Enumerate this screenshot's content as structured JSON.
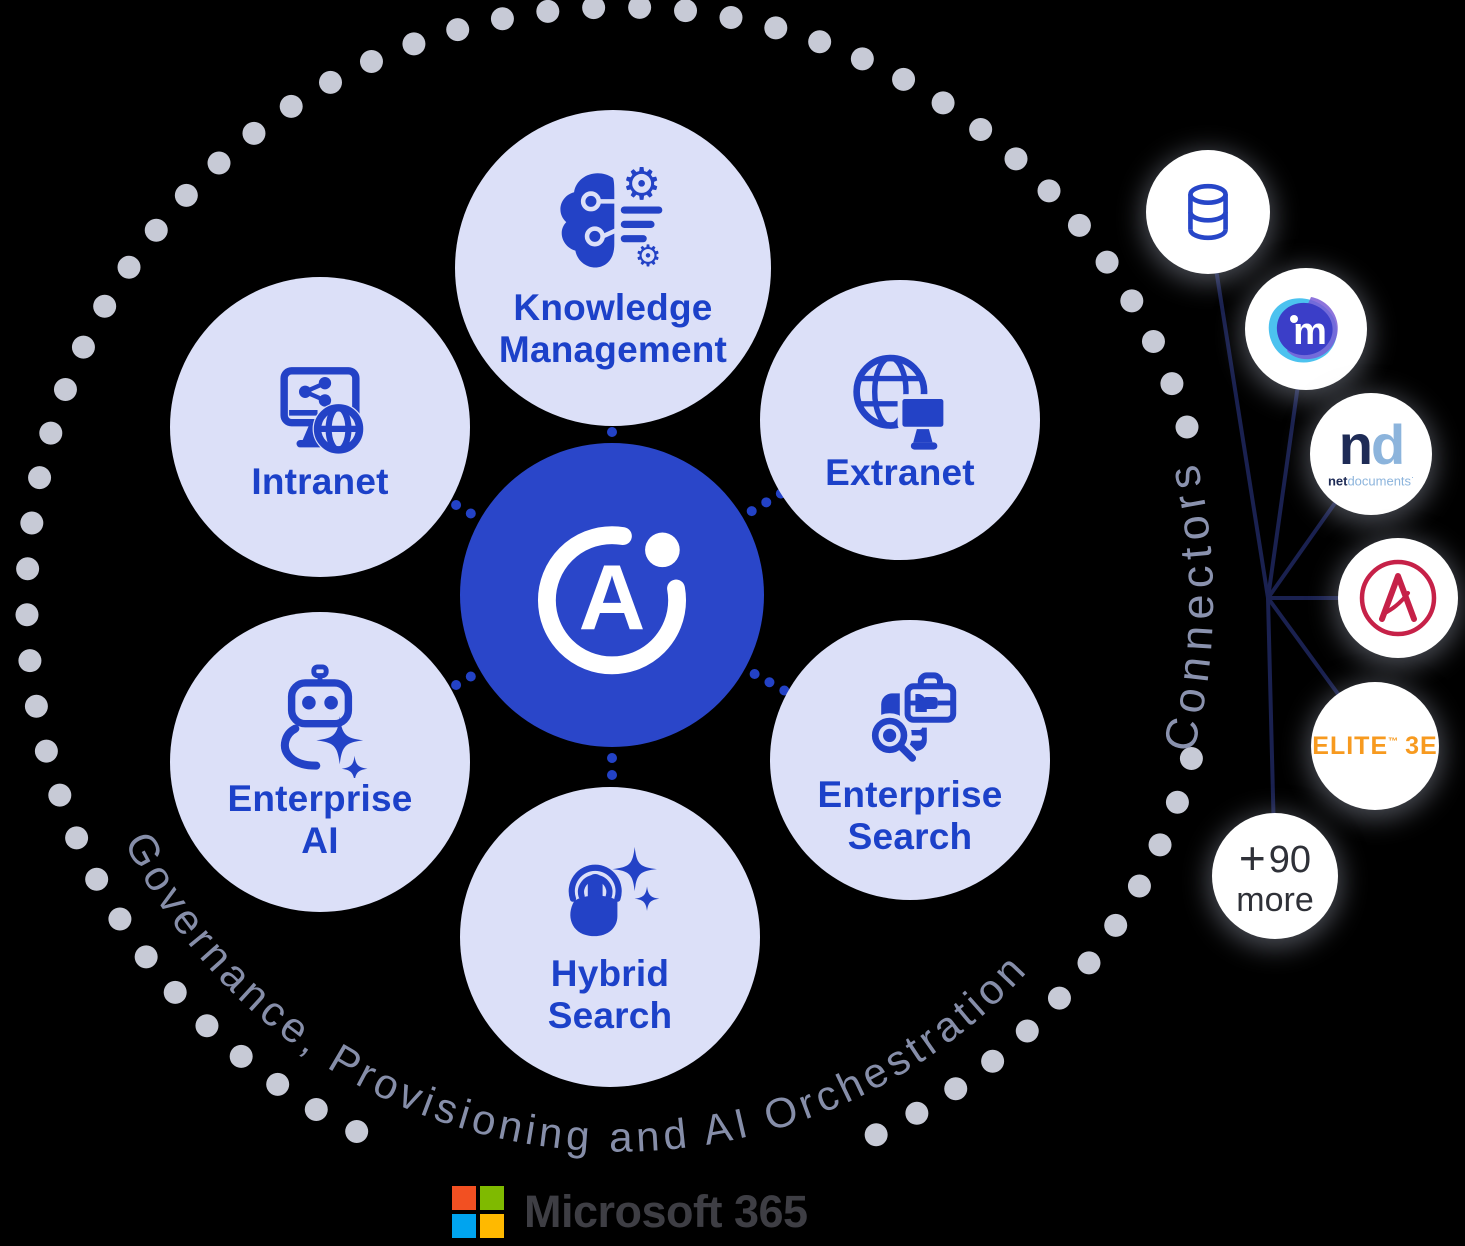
{
  "colors": {
    "background": "#000000",
    "center_blue": "#2A46C9",
    "pale_circle": "#DCE0F8",
    "icon_blue": "#2342C6",
    "label_blue": "#1C41C9",
    "ring_dot_gray": "#C7CAD6",
    "curve_text_gray": "#868EA9",
    "hub_line_navy": "#1A2150",
    "aderant_crimson": "#C62148",
    "imanage_cyan": "#4CC2EF",
    "imanage_indigo": "#3B3EC8",
    "netdocs_navy": "#1E2B56",
    "netdocs_lightblue": "#8CB4DC",
    "elite_orange": "#F79A1F"
  },
  "center": {
    "logo_letter": "A"
  },
  "satellites": [
    {
      "id": "knowledge-management",
      "line1": "Knowledge",
      "line2": "Management",
      "icon": "brain-gears-icon"
    },
    {
      "id": "extranet",
      "line1": "Extranet",
      "line2": "",
      "icon": "globe-monitor-icon"
    },
    {
      "id": "enterprise-search",
      "line1": "Enterprise",
      "line2": "Search",
      "icon": "briefcase-document-search-icon"
    },
    {
      "id": "hybrid-search",
      "line1": "Hybrid",
      "line2": "Search",
      "icon": "touch-sparkles-icon"
    },
    {
      "id": "enterprise-ai",
      "line1": "Enterprise",
      "line2": "AI",
      "icon": "robot-sparkles-icon"
    },
    {
      "id": "intranet",
      "line1": "Intranet",
      "line2": "",
      "icon": "monitor-share-globe-icon"
    }
  ],
  "ring": {
    "governance_text": "Governance, Provisioning and AI Orchestration",
    "connectors_label": "Connectors"
  },
  "connectors": [
    {
      "id": "database",
      "icon": "database-icon"
    },
    {
      "id": "imanage",
      "letter": "m"
    },
    {
      "id": "netdocuments",
      "n": "n",
      "d": "d",
      "word_bold": "net",
      "word_light": "documents",
      "tm": "·"
    },
    {
      "id": "aderant",
      "letter": "A"
    },
    {
      "id": "elite-3e",
      "brand": "ELITE",
      "tm": "™",
      "model": "3E"
    },
    {
      "id": "more",
      "plus": "+",
      "count": "90",
      "label": "more"
    }
  ],
  "footer": {
    "brand": "Microsoft 365",
    "square_colors": {
      "red": "#F25022",
      "green": "#7FBA00",
      "blue": "#00A4EF",
      "yellow": "#FFB900"
    }
  }
}
